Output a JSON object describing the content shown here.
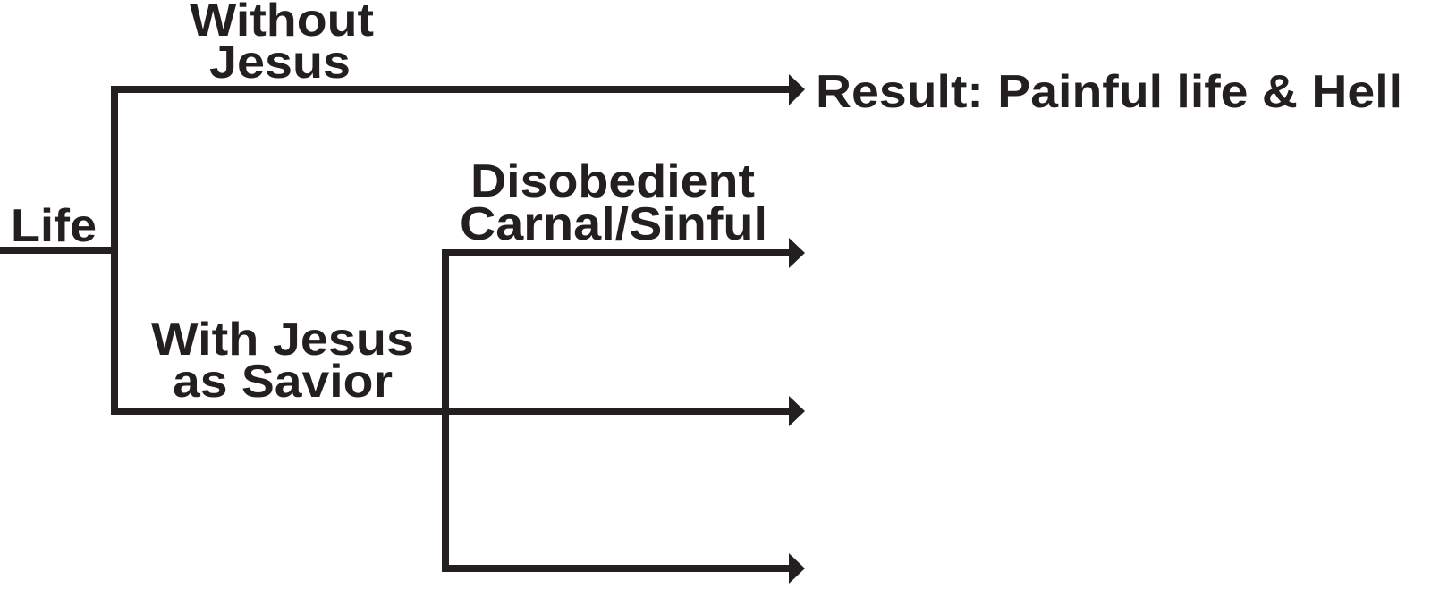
{
  "diagram": {
    "root": "Life",
    "branches": {
      "without": {
        "line1": "Without",
        "line2": "Jesus",
        "result": "Result: Painful life & Hell"
      },
      "with": {
        "line1": "With Jesus",
        "line2": "as Savior"
      },
      "disobedient": {
        "line1": "Disobedient",
        "line2": "Carnal/Sinful"
      }
    },
    "line_color": "#231f20"
  }
}
